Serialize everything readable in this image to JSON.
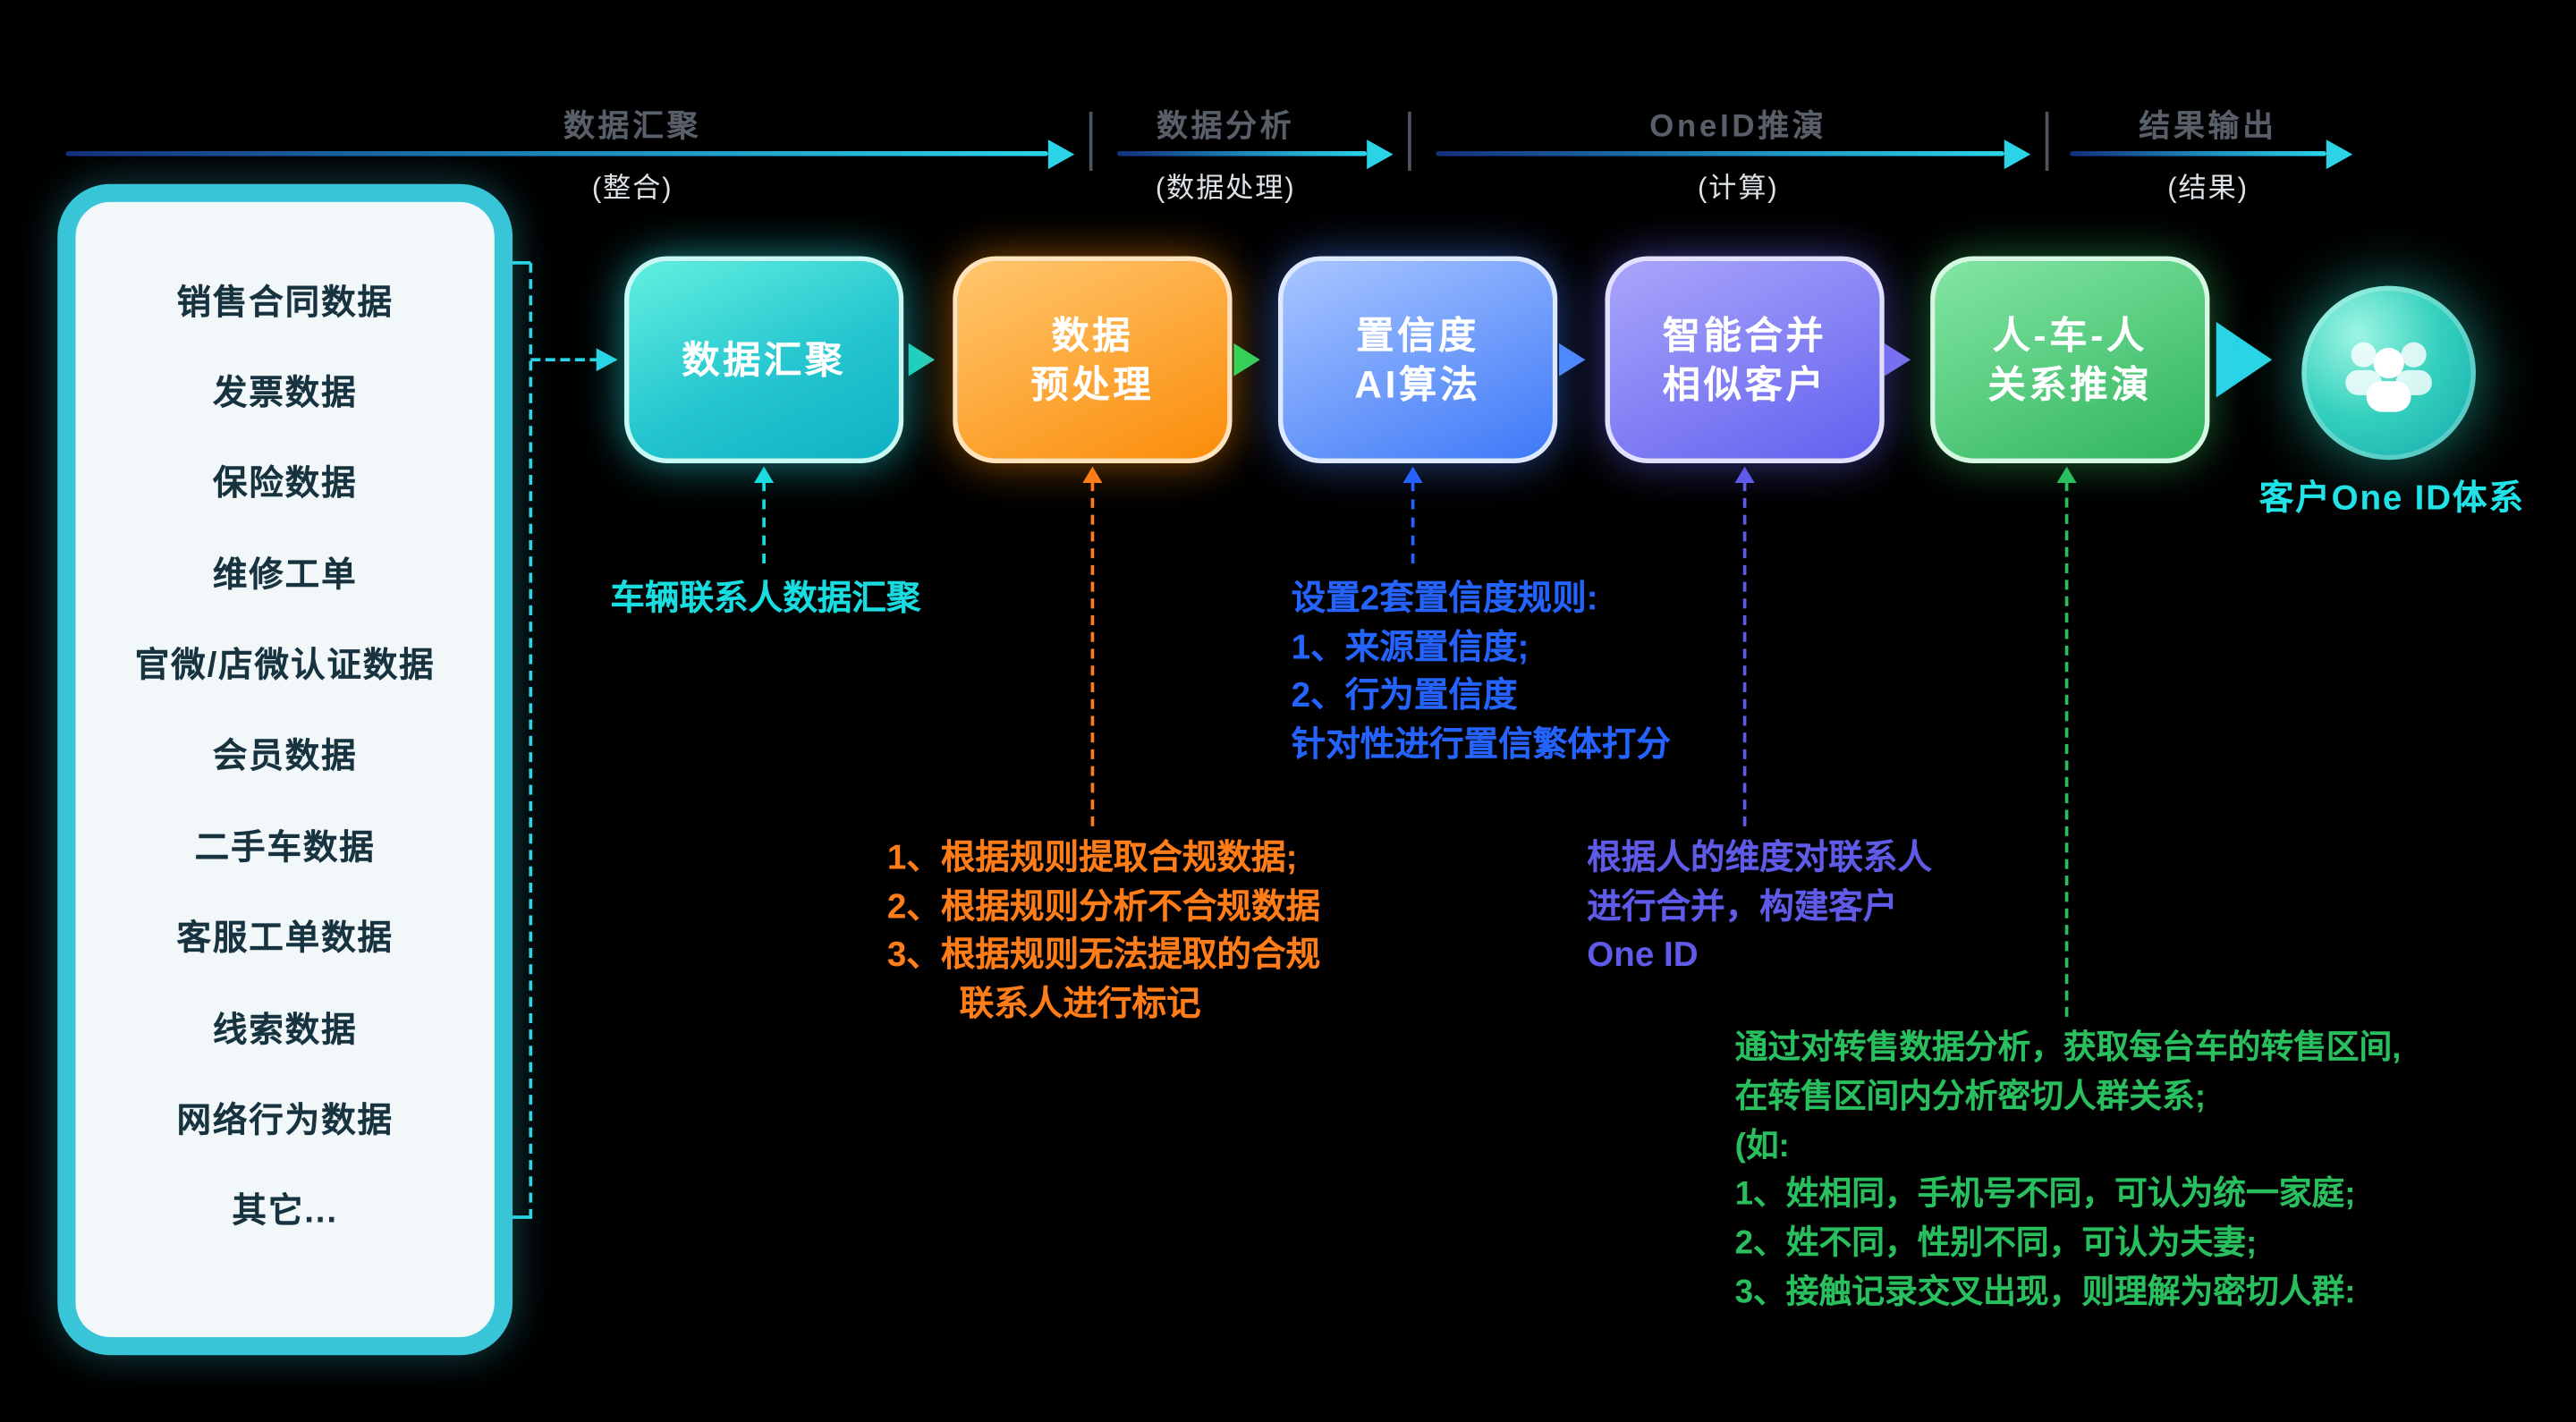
{
  "phases": [
    {
      "title": "数据汇聚",
      "sub": "(整合)"
    },
    {
      "title": "数据分析",
      "sub": "(数据处理)"
    },
    {
      "title": "OneID推演",
      "sub": "(计算)"
    },
    {
      "title": "结果输出",
      "sub": "(结果)"
    }
  ],
  "sources": {
    "items": [
      "销售合同数据",
      "发票数据",
      "保险数据",
      "维修工单",
      "官微/店微认证数据",
      "会员数据",
      "二手车数据",
      "客服工单数据",
      "线索数据",
      "网络行为数据",
      "其它..."
    ]
  },
  "steps": [
    {
      "lines": [
        "数据汇聚"
      ],
      "color": "#1fc9cf"
    },
    {
      "lines": [
        "数据",
        "预处理"
      ],
      "color": "#fb8c0a"
    },
    {
      "lines": [
        "置信度",
        "AI算法"
      ],
      "color": "#3e79f8"
    },
    {
      "lines": [
        "智能合并",
        "相似客户"
      ],
      "color": "#6260ef"
    },
    {
      "lines": [
        "人-车-人",
        "关系推演"
      ],
      "color": "#2fb45c"
    }
  ],
  "result": {
    "label": "客户One ID体系"
  },
  "notes": [
    {
      "color": "#19dce0",
      "lines": [
        "车辆联系人数据汇聚"
      ]
    },
    {
      "color": "#ff7d18",
      "lines": [
        "1、根据规则提取合规数据;",
        "2、根据规则分析不合规数据",
        "3、根据规则无法提取的合规",
        "联系人进行标记"
      ]
    },
    {
      "color": "#2563ff",
      "lines": [
        "设置2套置信度规则:",
        "1、来源置信度;",
        "2、行为置信度",
        "针对性进行置信繁体打分"
      ]
    },
    {
      "color": "#5f5ae8",
      "lines": [
        "根据人的维度对联系人",
        "进行合并，构建客户",
        "One ID"
      ]
    },
    {
      "color": "#2abf5e",
      "lines": [
        "通过对转售数据分析，获取每台车的转售区间,",
        "在转售区间内分析密切人群关系;",
        "(如:",
        "1、姓相同，手机号不同，可认为统一家庭;",
        "2、姓不同，性别不同，可认为夫妻;",
        "3、接触记录交叉出现，则理解为密切人群:"
      ]
    }
  ],
  "colors": {
    "background": "#000000",
    "panel_border": "#38c5d8",
    "panel_background": "#f2f7fa",
    "timeline_arrow": "#2ad4e6",
    "phase_title": "#585f68",
    "phase_sub": "#dde2e7",
    "step_arrows": [
      "#1fd0c0",
      "#39d353",
      "#4f8bff",
      "#7a6ff5"
    ],
    "result_label": "#21e2e6"
  }
}
